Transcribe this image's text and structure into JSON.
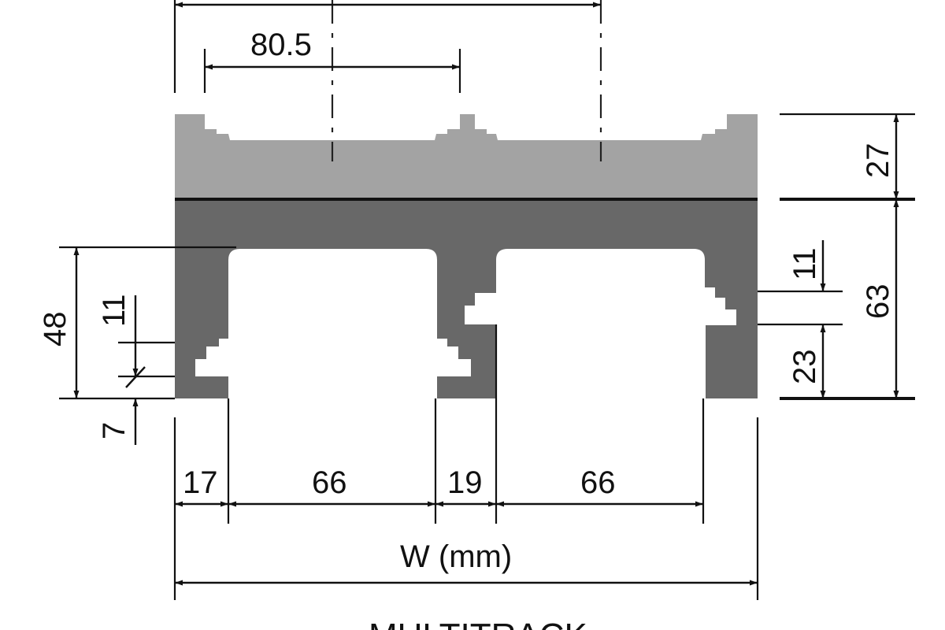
{
  "diagram": {
    "unit_label": "W (mm)",
    "caption": "MULTITRACK",
    "dimensions": {
      "top_spacing": "80.5",
      "top_height": "27",
      "body_height": "63",
      "right_slot_upper": "11",
      "right_slot_lower": "23",
      "left_height": "48",
      "left_slot": "11",
      "left_base": "7",
      "bottom_17": "17",
      "bottom_66_a": "66",
      "bottom_19": "19",
      "bottom_66_b": "66"
    },
    "colors": {
      "top_profile": "#a3a3a3",
      "body_profile": "#686868",
      "line": "#111111"
    }
  }
}
